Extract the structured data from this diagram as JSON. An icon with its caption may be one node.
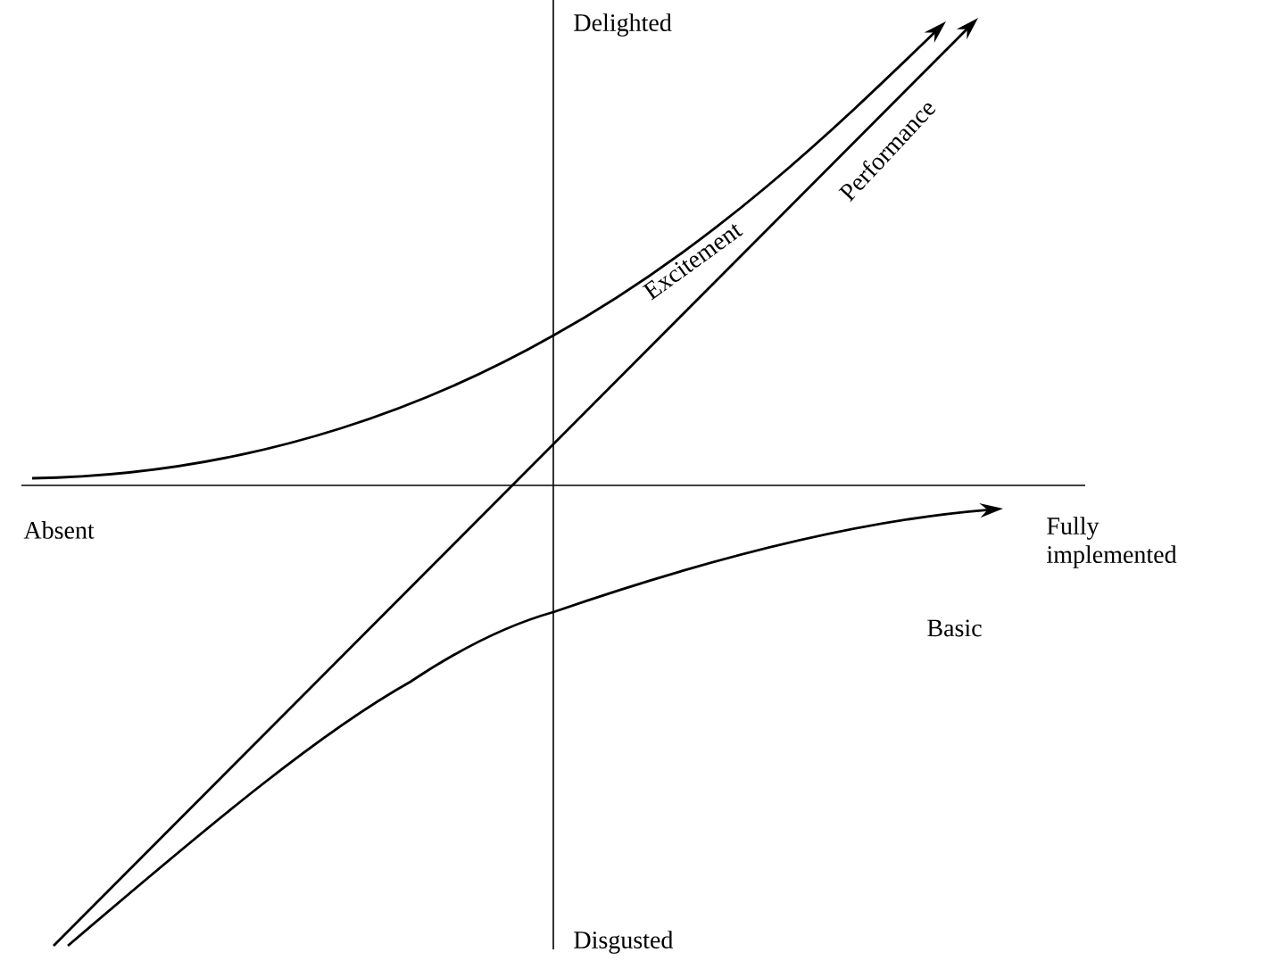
{
  "diagram": {
    "labels": [
      "Delighted",
      "Performance",
      "Excitement",
      "Absent",
      "Fully implemented",
      "Basic",
      "Disgusted"
    ]
  }
}
